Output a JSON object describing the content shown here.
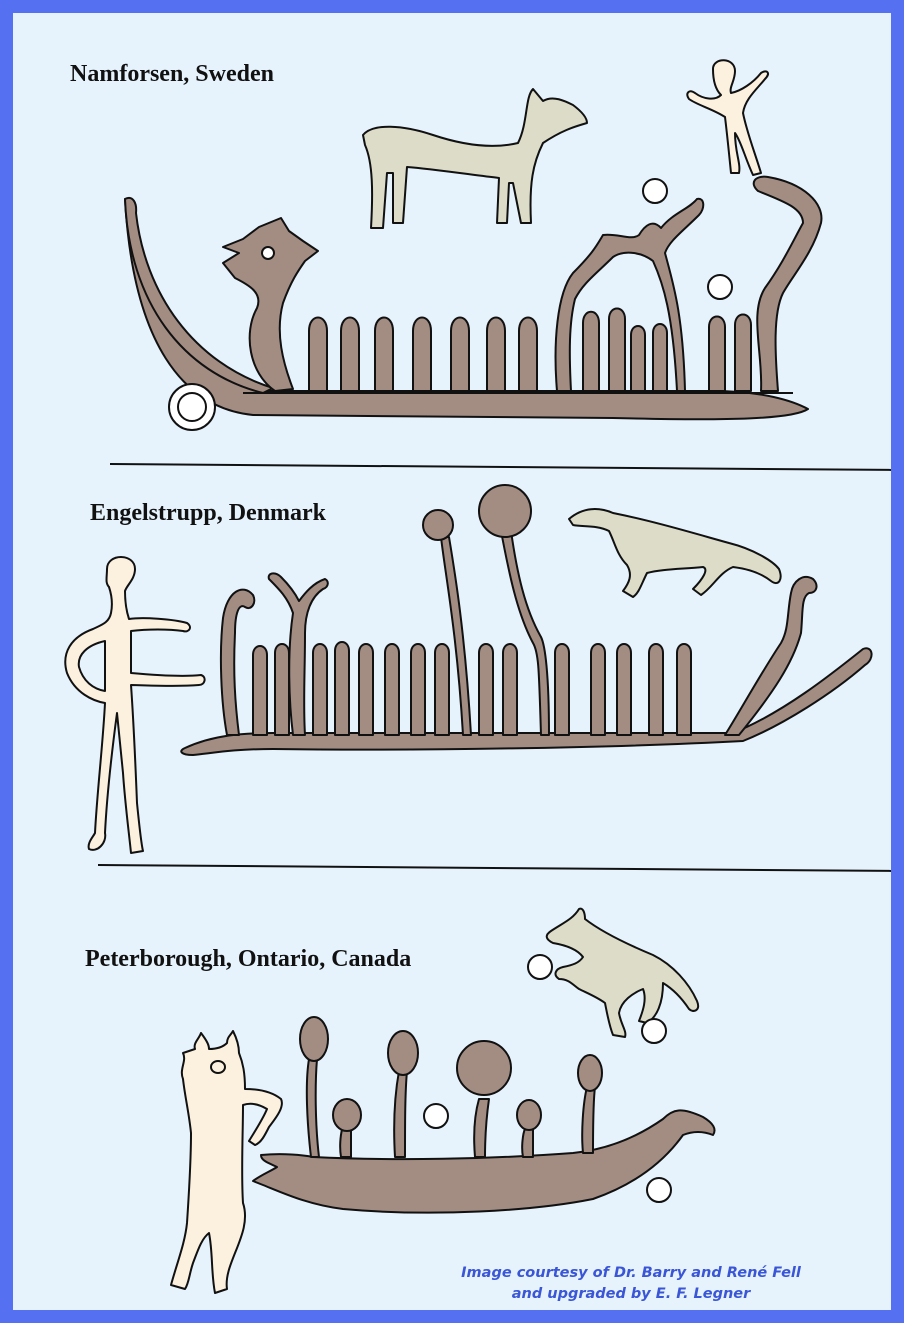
{
  "panels": [
    {
      "caption": "Namforsen, Sweden"
    },
    {
      "caption": "Engelstrupp, Denmark"
    },
    {
      "caption": "Peterborough, Ontario, Canada"
    }
  ],
  "credit": {
    "line1": "Image courtesy of Dr. Barry and René Fell",
    "line2": "and upgraded by E. F. Legner"
  },
  "colors": {
    "border": "#5670f2",
    "background": "#e6f3fd",
    "boat": "#a38d83",
    "animal": "#dcdcc8",
    "human": "#fcf1df",
    "outline": "#111111",
    "credit_text": "#3a56d6"
  }
}
